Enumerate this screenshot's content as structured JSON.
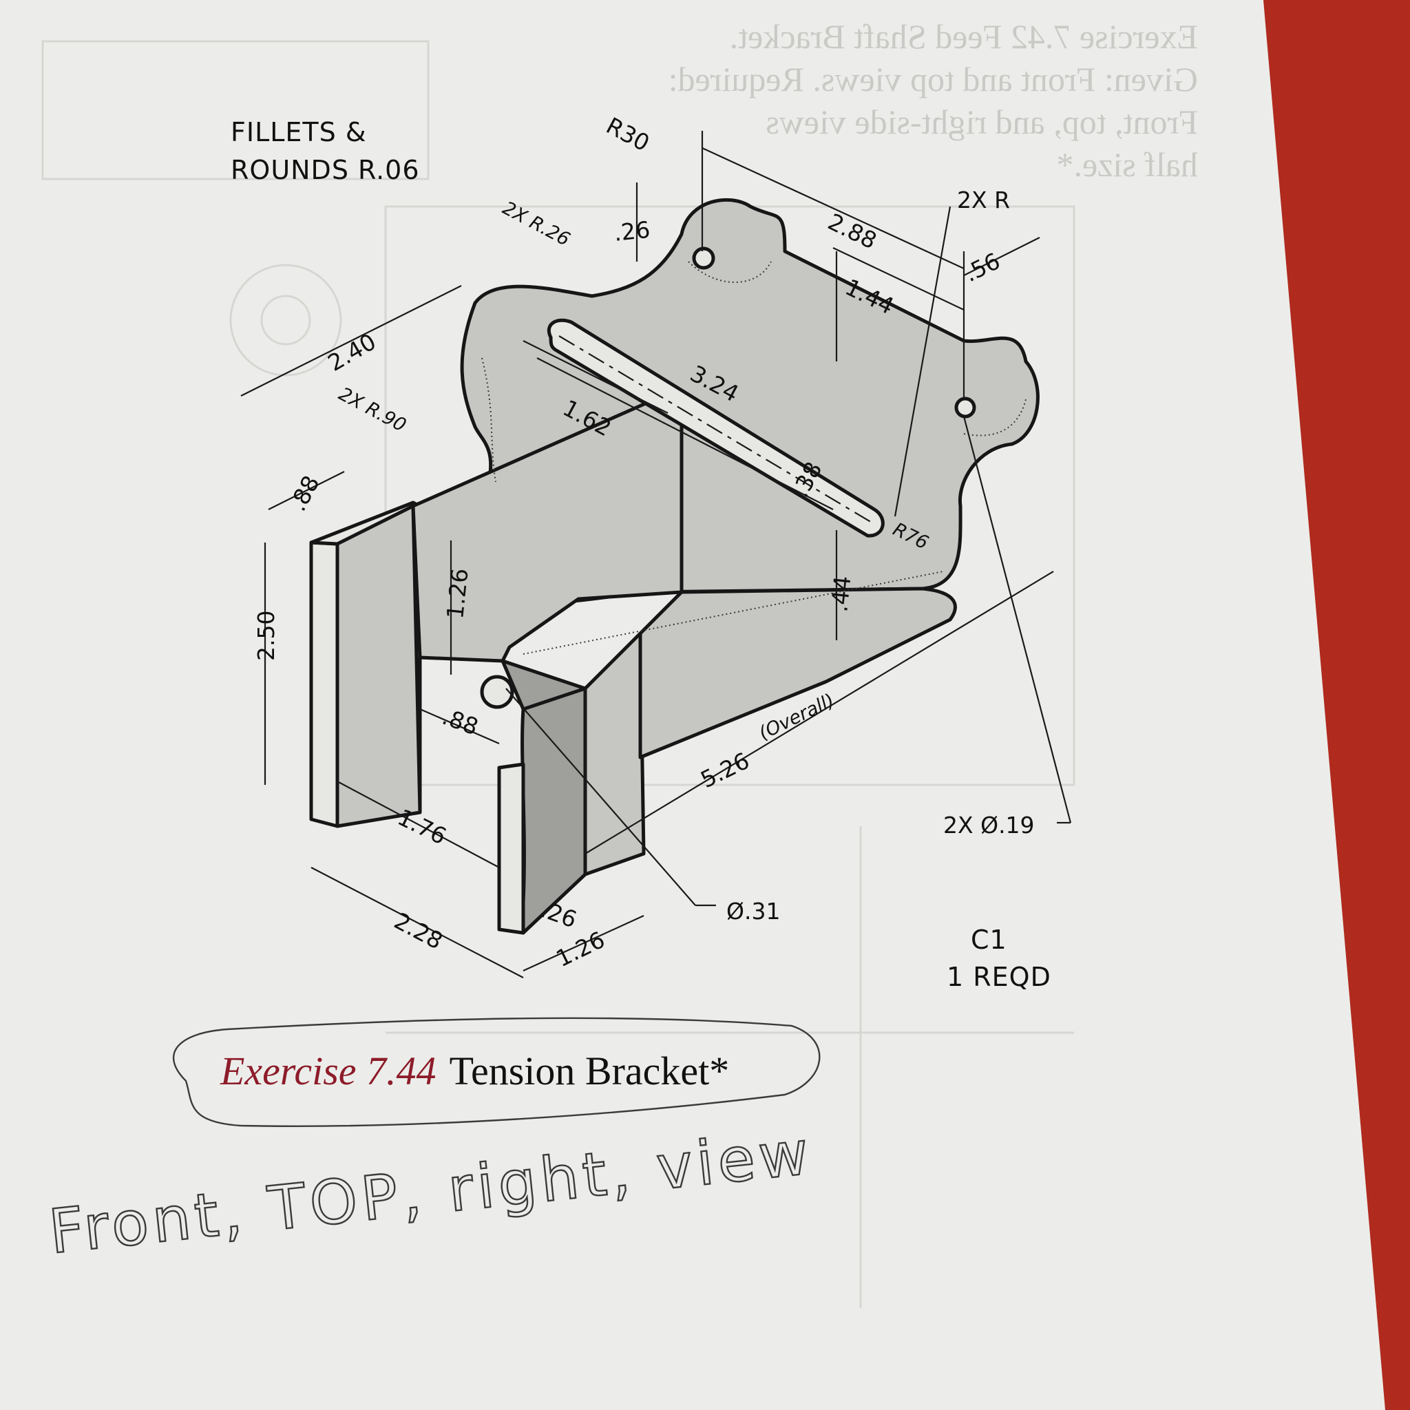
{
  "book": {
    "ghost_text": [
      "Exercise 7.42 Feed Shaft Bracket.",
      "Given: Front and top views. Required:",
      "Front, top, and right-side views",
      "half size.*"
    ],
    "accent_edge_color": "#b02a1e",
    "caption_number_color": "#8d1c2a"
  },
  "drawing": {
    "notes": {
      "fillets_line1": "FILLETS &",
      "fillets_line2": "ROUNDS R.06",
      "part_code": "C1",
      "quantity": "1 REQD"
    },
    "dimensions": {
      "r30": "R30",
      "two_x_r26": "2X R.26",
      "d_26_top": ".26",
      "d_288": "2.88",
      "two_x_r": "2X R",
      "d_144": "1.44",
      "d_056": ".56",
      "d_240": "2.40",
      "two_x_r90": "2X R.90",
      "d_324": "3.24",
      "d_162": "1.62",
      "d_038": ".38",
      "r76": "R76",
      "d_088_top": ".88",
      "d_044": ".44",
      "d_126_vert": "1.26",
      "d_250": "2.50",
      "d_088_mid": ".88",
      "overall_label": "(Overall)",
      "d_526": "5.26",
      "two_x_dia19": "2X Ø.19",
      "d_176": "1.76",
      "d_026_bottom": ".26",
      "dia_31": "Ø.31",
      "d_228": "2.28",
      "d_126_bottom": "1.26"
    }
  },
  "caption": {
    "number": "Exercise 7.44",
    "title": "Tension Bracket*"
  },
  "handwriting": {
    "text": "Front, TOP, right, view"
  }
}
